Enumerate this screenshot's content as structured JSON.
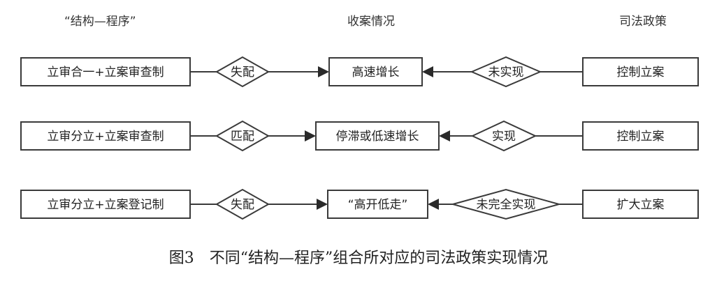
{
  "headers": {
    "structure": "“结构—程序”",
    "cases": "收案情况",
    "policy": "司法政策"
  },
  "rows": [
    {
      "structure": "立审合一+立案审查制",
      "match": "失配",
      "cases": "高速增长",
      "realization": "未实现",
      "policy": "控制立案"
    },
    {
      "structure": "立审分立+立案审查制",
      "match": "匹配",
      "cases": "停滞或低速增长",
      "realization": "实现",
      "policy": "控制立案"
    },
    {
      "structure": "立审分立+立案登记制",
      "match": "失配",
      "cases": "“高开低走”",
      "realization": "未完全实现",
      "policy": "扩大立案"
    }
  ],
  "caption": "图3　不同“结构—程序”组合所对应的司法政策实现情况"
}
